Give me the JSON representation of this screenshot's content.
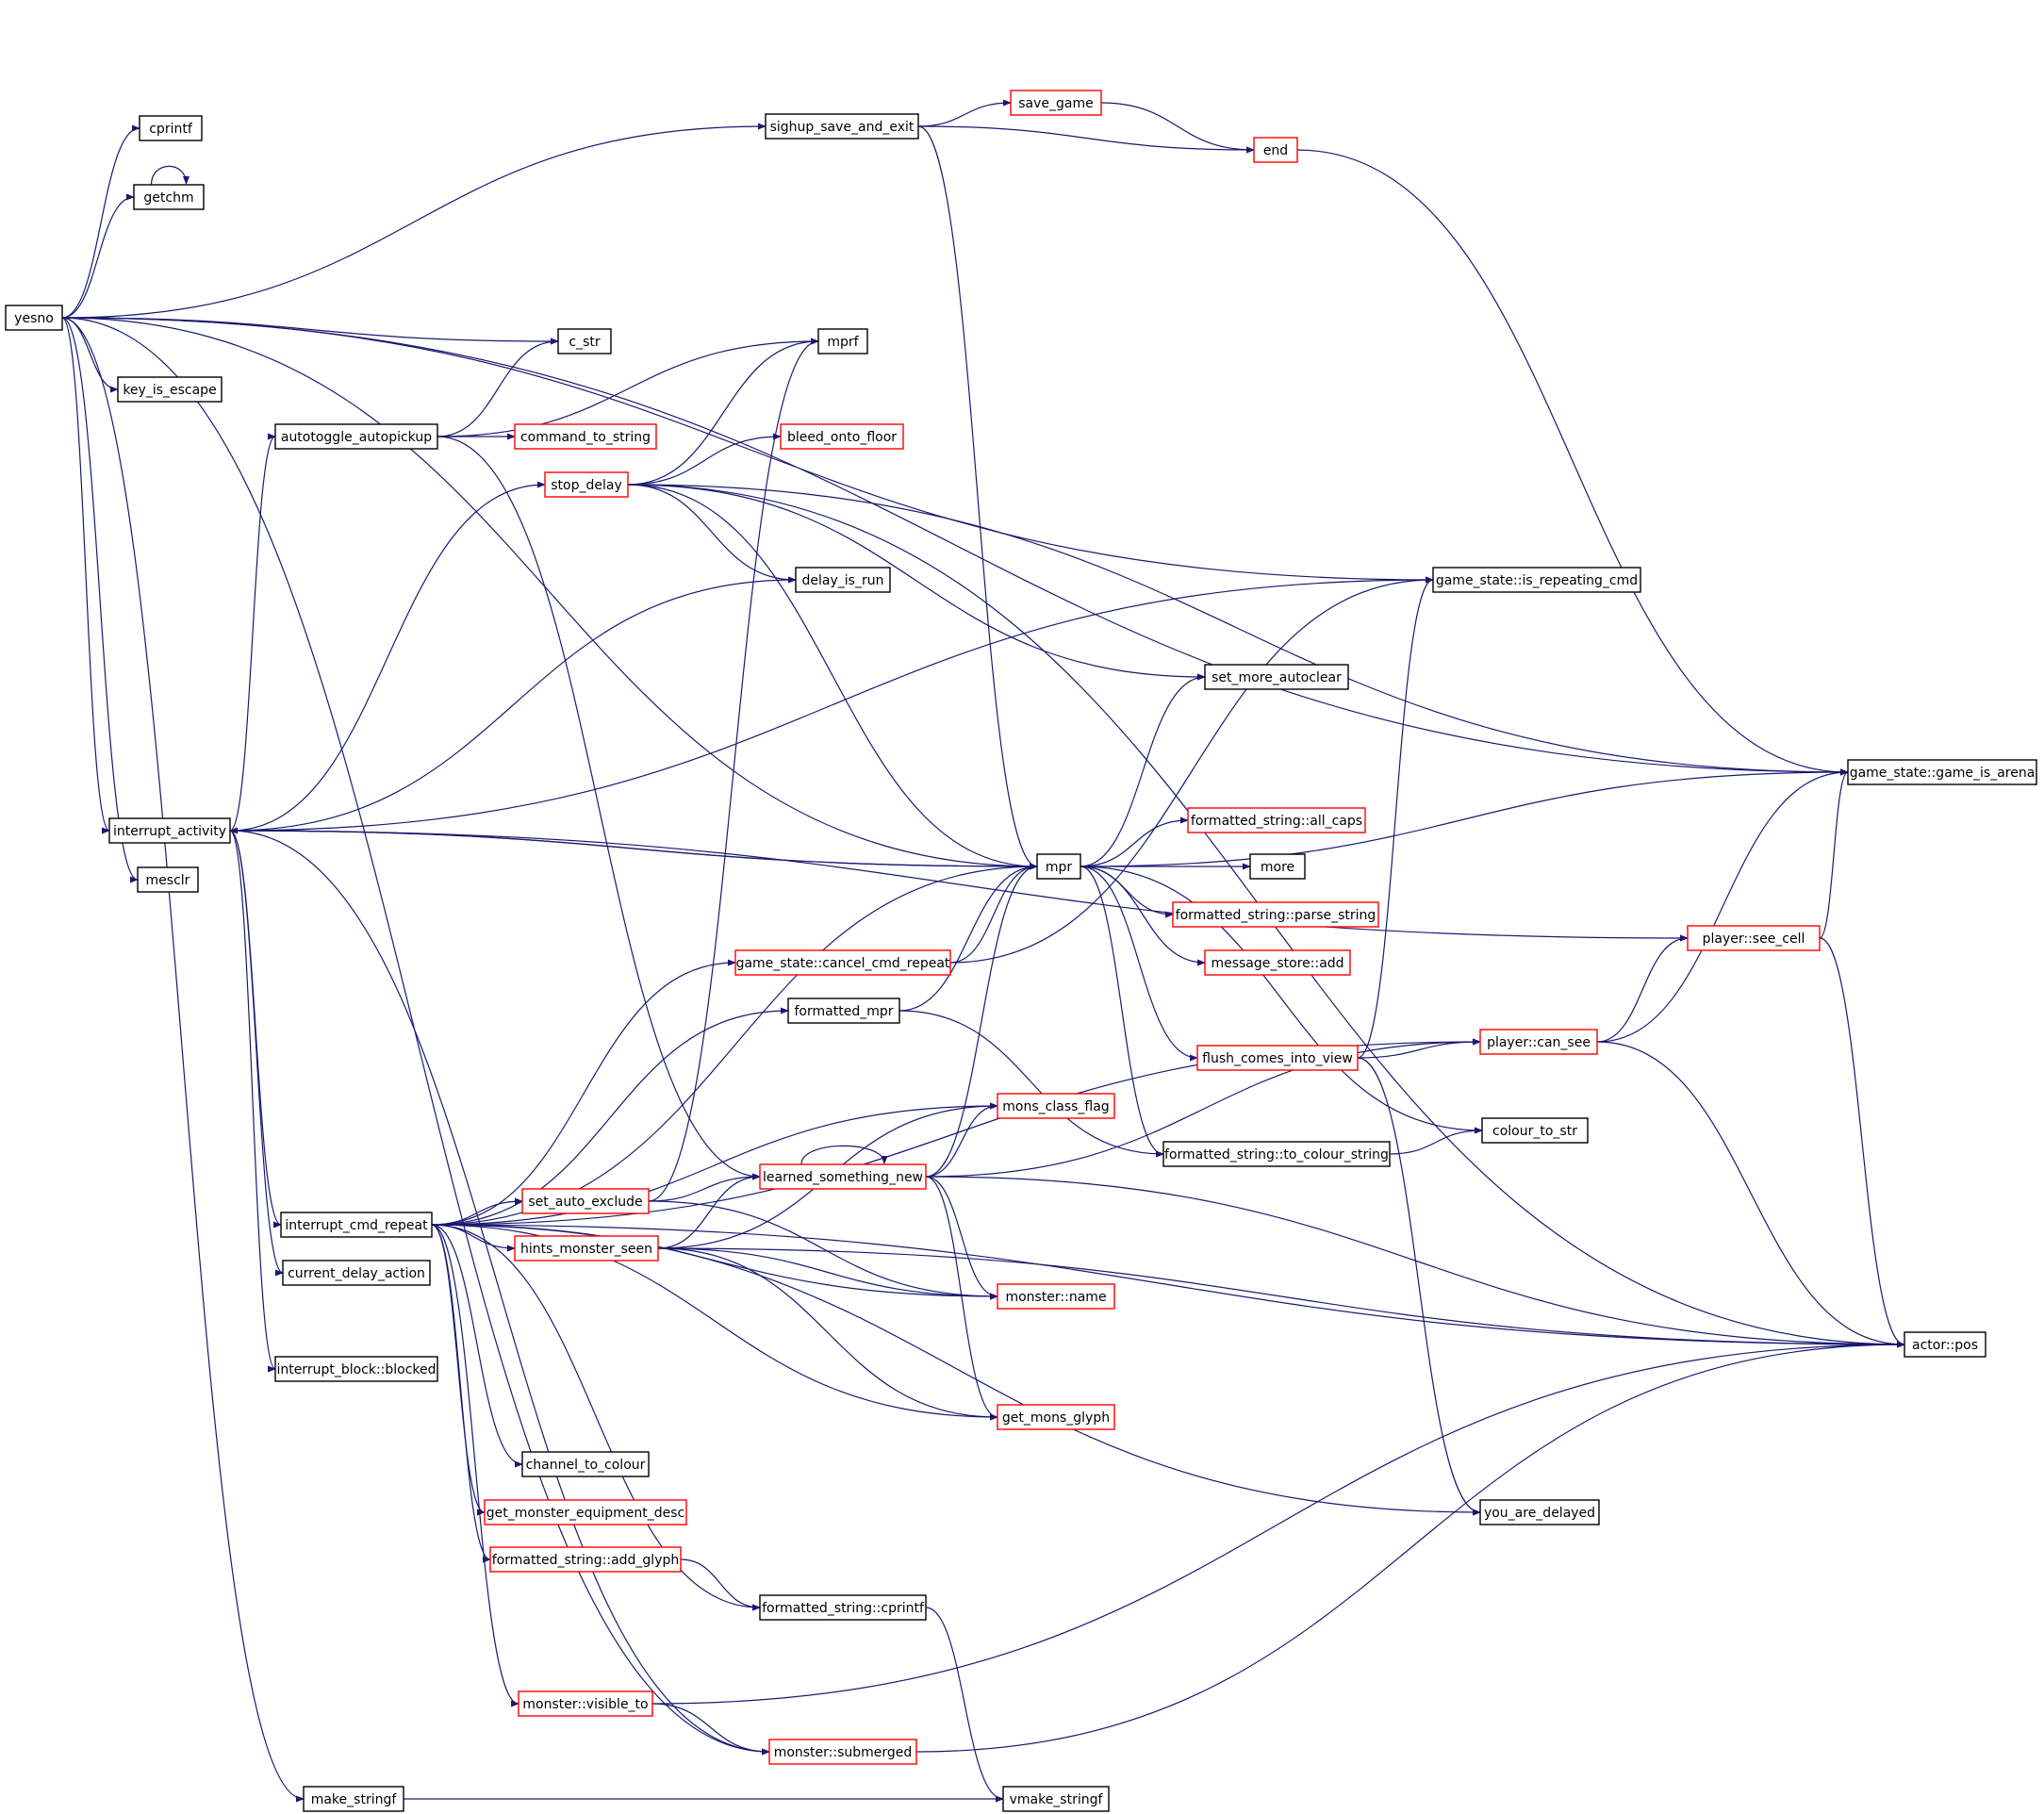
{
  "graph": {
    "colors": {
      "edge": "#191970",
      "root_fill": "#bfbfbf",
      "border_complete": "#000000",
      "border_truncated": "#ff0000"
    },
    "nodes": [
      {
        "id": "yesno",
        "label": "yesno",
        "root": true,
        "truncated": false
      },
      {
        "id": "cprintf",
        "label": "cprintf",
        "truncated": false
      },
      {
        "id": "getchm",
        "label": "getchm",
        "truncated": false
      },
      {
        "id": "c_str",
        "label": "c_str",
        "truncated": false
      },
      {
        "id": "key_is_escape",
        "label": "key_is_escape",
        "truncated": false
      },
      {
        "id": "interrupt_activity",
        "label": "interrupt_activity",
        "truncated": false
      },
      {
        "id": "mesclr",
        "label": "mesclr",
        "truncated": false
      },
      {
        "id": "make_stringf",
        "label": "make_stringf",
        "truncated": false
      },
      {
        "id": "sighup_save_and_exit",
        "label": "sighup_save_and_exit",
        "truncated": false
      },
      {
        "id": "save_game",
        "label": "save_game",
        "truncated": true
      },
      {
        "id": "end",
        "label": "end",
        "truncated": true
      },
      {
        "id": "mprf",
        "label": "mprf",
        "truncated": false
      },
      {
        "id": "autotoggle_autopickup",
        "label": "autotoggle_autopickup",
        "truncated": false
      },
      {
        "id": "command_to_string",
        "label": "command_to_string",
        "truncated": true
      },
      {
        "id": "bleed_onto_floor",
        "label": "bleed_onto_floor",
        "truncated": true
      },
      {
        "id": "stop_delay",
        "label": "stop_delay",
        "truncated": true
      },
      {
        "id": "delay_is_run",
        "label": "delay_is_run",
        "truncated": false
      },
      {
        "id": "is_repeating_cmd",
        "label": "game_state::is_repeating_cmd",
        "truncated": false
      },
      {
        "id": "set_more_autoclear",
        "label": "set_more_autoclear",
        "truncated": false
      },
      {
        "id": "game_is_arena",
        "label": "game_state::game_is_arena",
        "truncated": false
      },
      {
        "id": "mpr",
        "label": "mpr",
        "truncated": false
      },
      {
        "id": "all_caps",
        "label": "formatted_string::all_caps",
        "truncated": true
      },
      {
        "id": "more",
        "label": "more",
        "truncated": false
      },
      {
        "id": "parse_string",
        "label": "formatted_string::parse_string",
        "truncated": true
      },
      {
        "id": "message_store_add",
        "label": "message_store::add",
        "truncated": true
      },
      {
        "id": "player_see_cell",
        "label": "player::see_cell",
        "truncated": true
      },
      {
        "id": "cancel_cmd_repeat",
        "label": "game_state::cancel_cmd_repeat",
        "truncated": true
      },
      {
        "id": "formatted_mpr",
        "label": "formatted_mpr",
        "truncated": false
      },
      {
        "id": "flush_comes_into_view",
        "label": "flush_comes_into_view",
        "truncated": true
      },
      {
        "id": "player_can_see",
        "label": "player::can_see",
        "truncated": true
      },
      {
        "id": "mons_class_flag",
        "label": "mons_class_flag",
        "truncated": true
      },
      {
        "id": "to_colour_string",
        "label": "formatted_string::to_colour_string",
        "truncated": false
      },
      {
        "id": "colour_to_str",
        "label": "colour_to_str",
        "truncated": false
      },
      {
        "id": "set_auto_exclude",
        "label": "set_auto_exclude",
        "truncated": true
      },
      {
        "id": "learned_something_new",
        "label": "learned_something_new",
        "truncated": true
      },
      {
        "id": "interrupt_cmd_repeat",
        "label": "interrupt_cmd_repeat",
        "truncated": false
      },
      {
        "id": "hints_monster_seen",
        "label": "hints_monster_seen",
        "truncated": true
      },
      {
        "id": "current_delay_action",
        "label": "current_delay_action",
        "truncated": false
      },
      {
        "id": "monster_name",
        "label": "monster::name",
        "truncated": true
      },
      {
        "id": "actor_pos",
        "label": "actor::pos",
        "truncated": false
      },
      {
        "id": "interrupt_block_blocked",
        "label": "interrupt_block::blocked",
        "truncated": false
      },
      {
        "id": "get_mons_glyph",
        "label": "get_mons_glyph",
        "truncated": true
      },
      {
        "id": "channel_to_colour",
        "label": "channel_to_colour",
        "truncated": false
      },
      {
        "id": "you_are_delayed",
        "label": "you_are_delayed",
        "truncated": false
      },
      {
        "id": "get_monster_equipment_desc",
        "label": "get_monster_equipment_desc",
        "truncated": true
      },
      {
        "id": "add_glyph",
        "label": "formatted_string::add_glyph",
        "truncated": true
      },
      {
        "id": "fs_cprintf",
        "label": "formatted_string::cprintf",
        "truncated": false
      },
      {
        "id": "monster_visible_to",
        "label": "monster::visible_to",
        "truncated": true
      },
      {
        "id": "monster_submerged",
        "label": "monster::submerged",
        "truncated": true
      },
      {
        "id": "vmake_stringf",
        "label": "vmake_stringf",
        "truncated": false
      }
    ],
    "edges": [
      [
        "yesno",
        "cprintf"
      ],
      [
        "yesno",
        "getchm"
      ],
      [
        "getchm",
        "getchm"
      ],
      [
        "yesno",
        "c_str"
      ],
      [
        "yesno",
        "key_is_escape"
      ],
      [
        "yesno",
        "interrupt_activity"
      ],
      [
        "yesno",
        "mesclr"
      ],
      [
        "yesno",
        "make_stringf"
      ],
      [
        "yesno",
        "sighup_save_and_exit"
      ],
      [
        "yesno",
        "game_is_arena"
      ],
      [
        "yesno",
        "mpr"
      ],
      [
        "yesno",
        "is_repeating_cmd"
      ],
      [
        "yesno",
        "monster_submerged"
      ],
      [
        "sighup_save_and_exit",
        "save_game"
      ],
      [
        "sighup_save_and_exit",
        "end"
      ],
      [
        "sighup_save_and_exit",
        "mpr"
      ],
      [
        "save_game",
        "end"
      ],
      [
        "end",
        "game_is_arena"
      ],
      [
        "autotoggle_autopickup",
        "c_str"
      ],
      [
        "autotoggle_autopickup",
        "mprf"
      ],
      [
        "autotoggle_autopickup",
        "command_to_string"
      ],
      [
        "autotoggle_autopickup",
        "learned_something_new"
      ],
      [
        "stop_delay",
        "mprf"
      ],
      [
        "stop_delay",
        "bleed_onto_floor"
      ],
      [
        "stop_delay",
        "delay_is_run"
      ],
      [
        "stop_delay",
        "mpr"
      ],
      [
        "stop_delay",
        "set_more_autoclear"
      ],
      [
        "stop_delay",
        "actor_pos"
      ],
      [
        "stop_delay",
        "game_is_arena"
      ],
      [
        "interrupt_activity",
        "autotoggle_autopickup"
      ],
      [
        "interrupt_activity",
        "stop_delay"
      ],
      [
        "interrupt_activity",
        "delay_is_run"
      ],
      [
        "interrupt_activity",
        "is_repeating_cmd"
      ],
      [
        "interrupt_activity",
        "mpr"
      ],
      [
        "interrupt_activity",
        "interrupt_cmd_repeat"
      ],
      [
        "interrupt_activity",
        "current_delay_action"
      ],
      [
        "interrupt_activity",
        "interrupt_block_blocked"
      ],
      [
        "interrupt_activity",
        "player_see_cell"
      ],
      [
        "interrupt_activity",
        "monster_submerged"
      ],
      [
        "mpr",
        "interrupt_activity"
      ],
      [
        "mpr",
        "set_more_autoclear"
      ],
      [
        "mpr",
        "game_is_arena"
      ],
      [
        "mpr",
        "all_caps"
      ],
      [
        "mpr",
        "more"
      ],
      [
        "mpr",
        "parse_string"
      ],
      [
        "mpr",
        "message_store_add"
      ],
      [
        "mpr",
        "flush_comes_into_view"
      ],
      [
        "mpr",
        "to_colour_string"
      ],
      [
        "mpr",
        "colour_to_str"
      ],
      [
        "cancel_cmd_repeat",
        "mpr"
      ],
      [
        "cancel_cmd_repeat",
        "is_repeating_cmd"
      ],
      [
        "formatted_mpr",
        "mpr"
      ],
      [
        "formatted_mpr",
        "to_colour_string"
      ],
      [
        "flush_comes_into_view",
        "player_can_see"
      ],
      [
        "flush_comes_into_view",
        "is_repeating_cmd"
      ],
      [
        "flush_comes_into_view",
        "you_are_delayed"
      ],
      [
        "player_can_see",
        "player_see_cell"
      ],
      [
        "player_can_see",
        "game_is_arena"
      ],
      [
        "player_can_see",
        "actor_pos"
      ],
      [
        "player_see_cell",
        "game_is_arena"
      ],
      [
        "player_see_cell",
        "actor_pos"
      ],
      [
        "to_colour_string",
        "colour_to_str"
      ],
      [
        "learned_something_new",
        "learned_something_new"
      ],
      [
        "learned_something_new",
        "mons_class_flag"
      ],
      [
        "learned_something_new",
        "mpr"
      ],
      [
        "learned_something_new",
        "monster_name"
      ],
      [
        "learned_something_new",
        "get_mons_glyph"
      ],
      [
        "learned_something_new",
        "player_can_see"
      ],
      [
        "learned_something_new",
        "actor_pos"
      ],
      [
        "set_auto_exclude",
        "learned_something_new"
      ],
      [
        "set_auto_exclude",
        "mprf"
      ],
      [
        "set_auto_exclude",
        "monster_name"
      ],
      [
        "hints_monster_seen",
        "learned_something_new"
      ],
      [
        "hints_monster_seen",
        "monster_name"
      ],
      [
        "hints_monster_seen",
        "get_mons_glyph"
      ],
      [
        "hints_monster_seen",
        "actor_pos"
      ],
      [
        "hints_monster_seen",
        "mons_class_flag"
      ],
      [
        "interrupt_cmd_repeat",
        "set_auto_exclude"
      ],
      [
        "interrupt_cmd_repeat",
        "hints_monster_seen"
      ],
      [
        "interrupt_cmd_repeat",
        "mons_class_flag"
      ],
      [
        "interrupt_cmd_repeat",
        "mpr"
      ],
      [
        "interrupt_cmd_repeat",
        "cancel_cmd_repeat"
      ],
      [
        "interrupt_cmd_repeat",
        "formatted_mpr"
      ],
      [
        "interrupt_cmd_repeat",
        "monster_name"
      ],
      [
        "interrupt_cmd_repeat",
        "get_mons_glyph"
      ],
      [
        "interrupt_cmd_repeat",
        "channel_to_colour"
      ],
      [
        "interrupt_cmd_repeat",
        "get_monster_equipment_desc"
      ],
      [
        "interrupt_cmd_repeat",
        "add_glyph"
      ],
      [
        "interrupt_cmd_repeat",
        "fs_cprintf"
      ],
      [
        "interrupt_cmd_repeat",
        "monster_visible_to"
      ],
      [
        "interrupt_cmd_repeat",
        "actor_pos"
      ],
      [
        "interrupt_cmd_repeat",
        "you_are_delayed"
      ],
      [
        "interrupt_cmd_repeat",
        "player_can_see"
      ],
      [
        "add_glyph",
        "fs_cprintf"
      ],
      [
        "fs_cprintf",
        "vmake_stringf"
      ],
      [
        "monster_visible_to",
        "monster_submerged"
      ],
      [
        "monster_visible_to",
        "actor_pos"
      ],
      [
        "monster_submerged",
        "actor_pos"
      ],
      [
        "make_stringf",
        "vmake_stringf"
      ]
    ]
  }
}
